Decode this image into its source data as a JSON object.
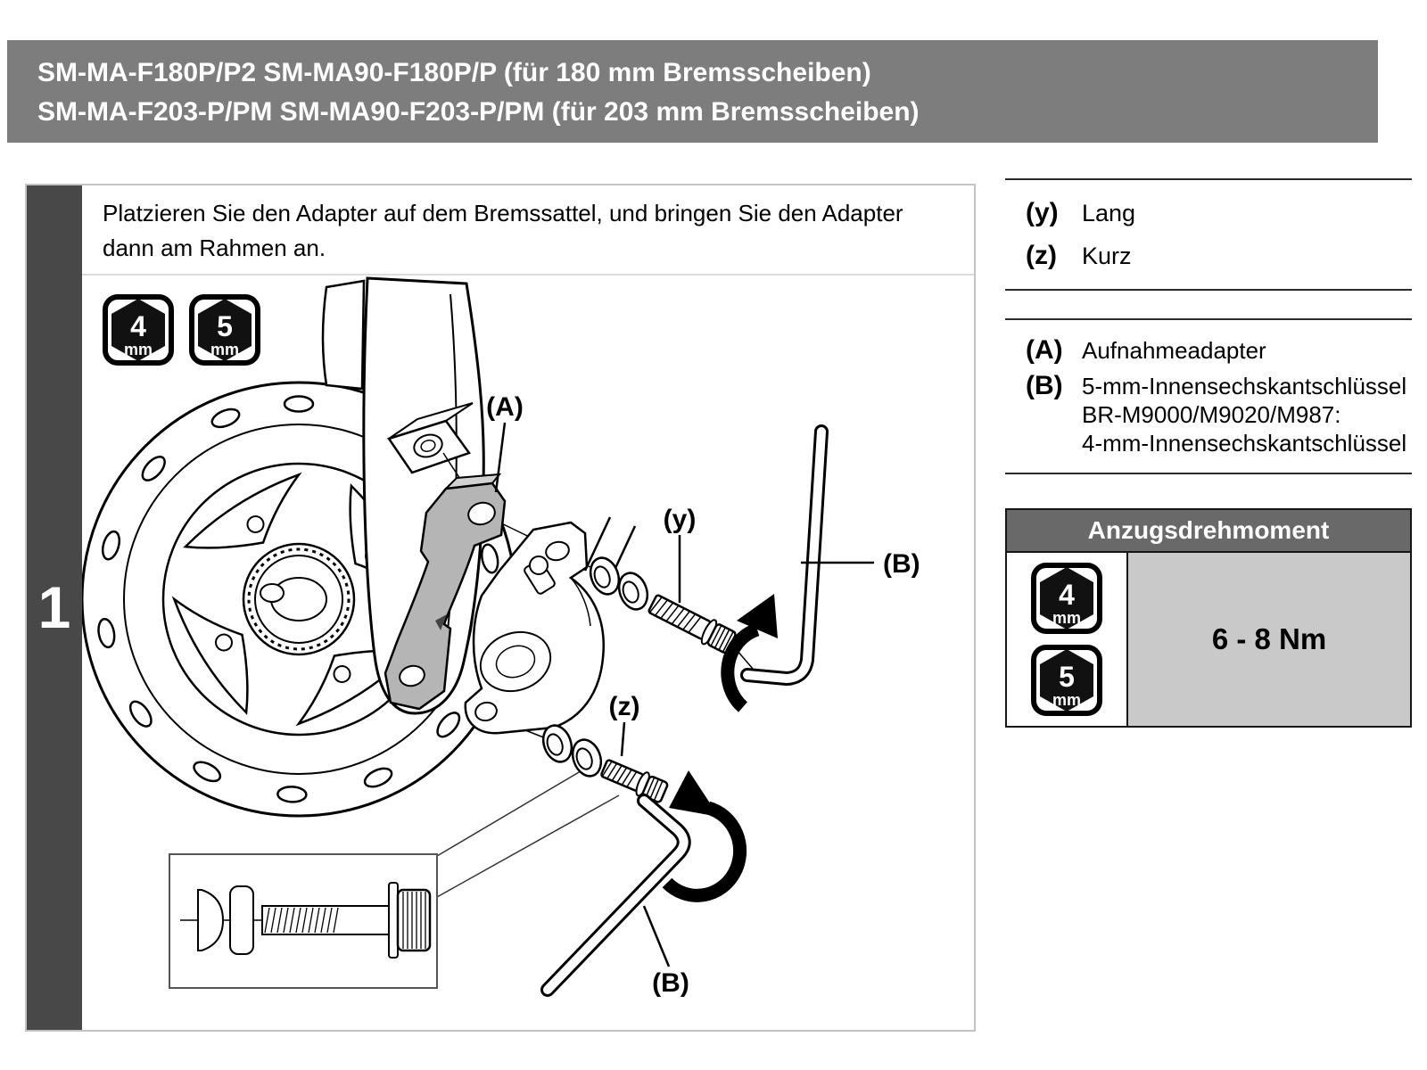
{
  "banner": {
    "line1": "SM-MA-F180P/P2 SM-MA90-F180P/P (für 180 mm Bremsscheiben)",
    "line2": "SM-MA-F203-P/PM SM-MA90-F203-P/PM (für 203 mm Bremsscheiben)"
  },
  "step": {
    "number": "1",
    "instruction": "Platzieren Sie den Adapter auf dem Bremssattel, und bringen Sie den Adapter dann am Rahmen an."
  },
  "tools": {
    "hex4": {
      "size": "4",
      "unit": "mm"
    },
    "hex5": {
      "size": "5",
      "unit": "mm"
    }
  },
  "diagram_labels": {
    "adapter": "(A)",
    "bolt_long": "(y)",
    "bolt_short": "(z)",
    "wrench_upper": "(B)",
    "wrench_lower": "(B)"
  },
  "legend_sizes": {
    "items": [
      {
        "key": "(y)",
        "label": "Lang"
      },
      {
        "key": "(z)",
        "label": "Kurz"
      }
    ]
  },
  "legend_parts": {
    "a_key": "(A)",
    "a_label": "Aufnahmeadapter",
    "b_key": "(B)",
    "b_line1": "5-mm-Innensechskantschlüssel",
    "b_line2": "BR-M9000/M9020/M987:",
    "b_line3": "4-mm-Innensechskantschlüssel"
  },
  "torque": {
    "header": "Anzugsdrehmoment",
    "value": "6 - 8 Nm"
  },
  "colors": {
    "banner_bg": "#7d7d7d",
    "step_bar_bg": "#484848",
    "torque_header_bg": "#696969",
    "torque_value_bg": "#c9c9c9",
    "adapter_fill": "#b5b5b5"
  }
}
